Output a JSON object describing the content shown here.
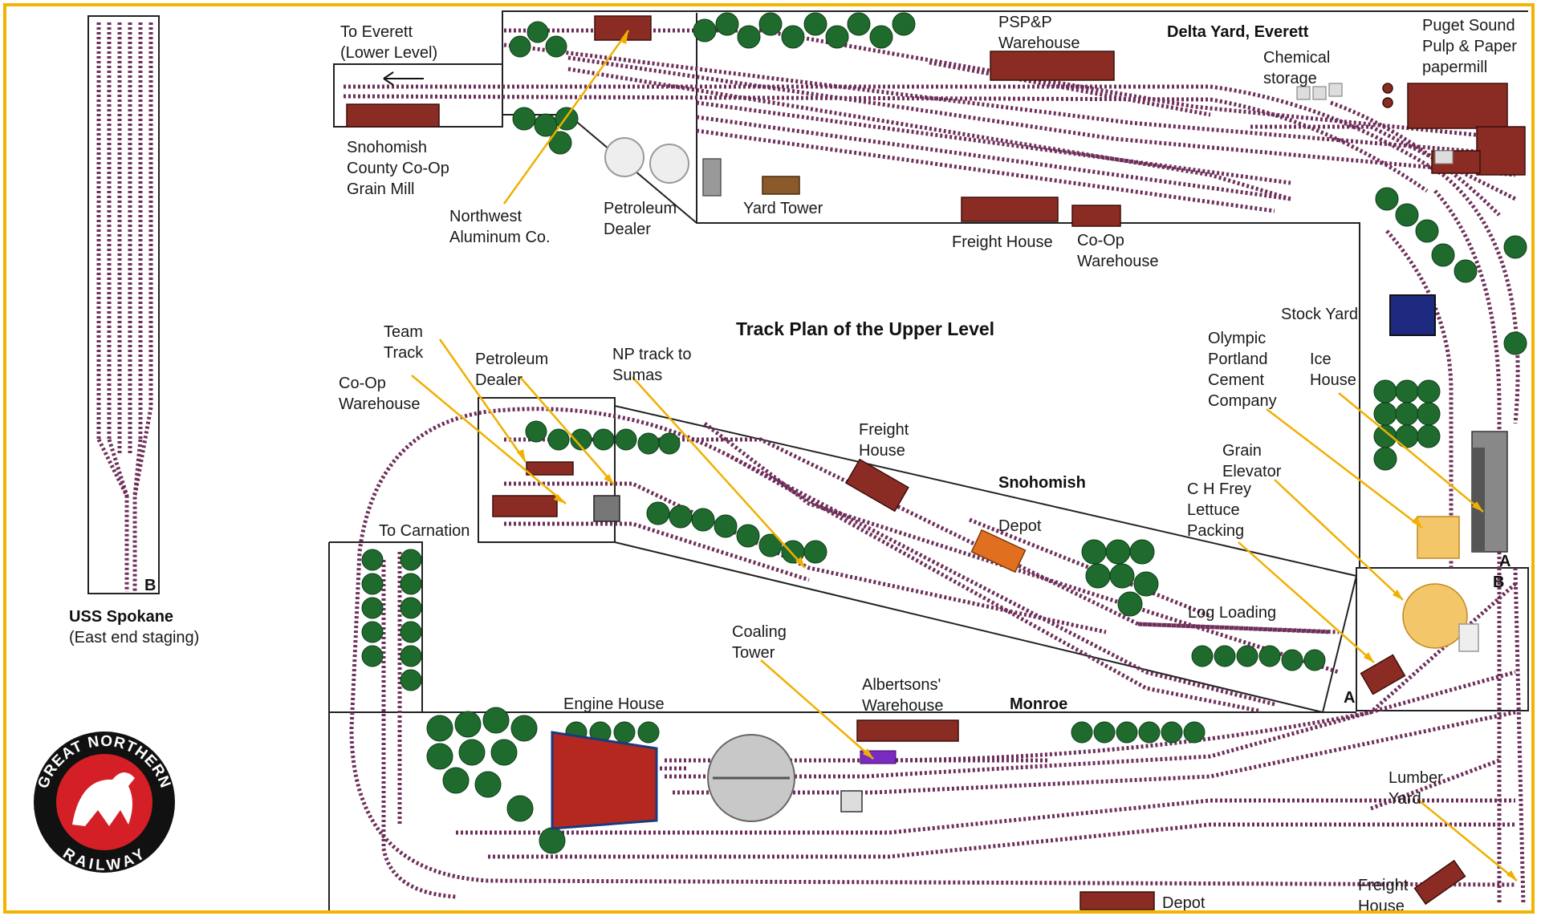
{
  "title": "Track Plan of the Upper Level",
  "staging": {
    "name": "USS Spokane",
    "subtitle": "(East end staging)",
    "marker": "B"
  },
  "logo": {
    "text_top": "GREAT NORTHERN",
    "text_bottom": "RAILWAY",
    "color": "#d41f26"
  },
  "everett": {
    "yard_name": "Delta Yard, Everett",
    "to_everett": "To Everett",
    "to_everett_sub": "(Lower Level)",
    "grain_mill": [
      "Snohomish",
      "County Co-Op",
      "Grain Mill"
    ],
    "aluminum": [
      "Northwest",
      "Aluminum Co."
    ],
    "petroleum": [
      "Petroleum",
      "Dealer"
    ],
    "yard_tower": "Yard Tower",
    "psp_warehouse": [
      "PSP&P",
      "Warehouse"
    ],
    "chemical": [
      "Chemical",
      "storage"
    ],
    "papermill": [
      "Puget Sound",
      "Pulp & Paper",
      "papermill"
    ],
    "freight_house": "Freight House",
    "coop_warehouse": [
      "Co-Op",
      "Warehouse"
    ]
  },
  "snohomish": {
    "name": "Snohomish",
    "team_track": [
      "Team",
      "Track"
    ],
    "petroleum": [
      "Petroleum",
      "Dealer"
    ],
    "np_track": [
      "NP track to",
      "Sumas"
    ],
    "coop_warehouse": [
      "Co-Op",
      "Warehouse"
    ],
    "freight_house": [
      "Freight",
      "House"
    ],
    "depot": "Depot",
    "to_carnation": "To Carnation",
    "log_loading": "Log Loading"
  },
  "right_side": {
    "stock_yard": "Stock Yard",
    "cement": [
      "Olympic",
      "Portland",
      "Cement",
      "Company"
    ],
    "ice_house": [
      "Ice",
      "House"
    ],
    "grain_elevator": [
      "Grain",
      "Elevator"
    ],
    "lettuce": [
      "C H Frey",
      "Lettuce",
      "Packing"
    ],
    "marker_a": "A",
    "marker_b": "B"
  },
  "monroe": {
    "name": "Monroe",
    "coaling": [
      "Coaling",
      "Tower"
    ],
    "albertsons": [
      "Albertsons'",
      "Warehouse"
    ],
    "engine_house": "Engine House",
    "lumber": [
      "Lumber",
      "Yard"
    ],
    "freight_house": [
      "Freight",
      "House"
    ],
    "depot": "Depot",
    "marker_a": "A"
  },
  "colors": {
    "track": "#6e2f5a",
    "building": "#8b2c24",
    "tree": "#1f6b2e",
    "pointer": "#f0b000",
    "border": "#f2b400"
  }
}
